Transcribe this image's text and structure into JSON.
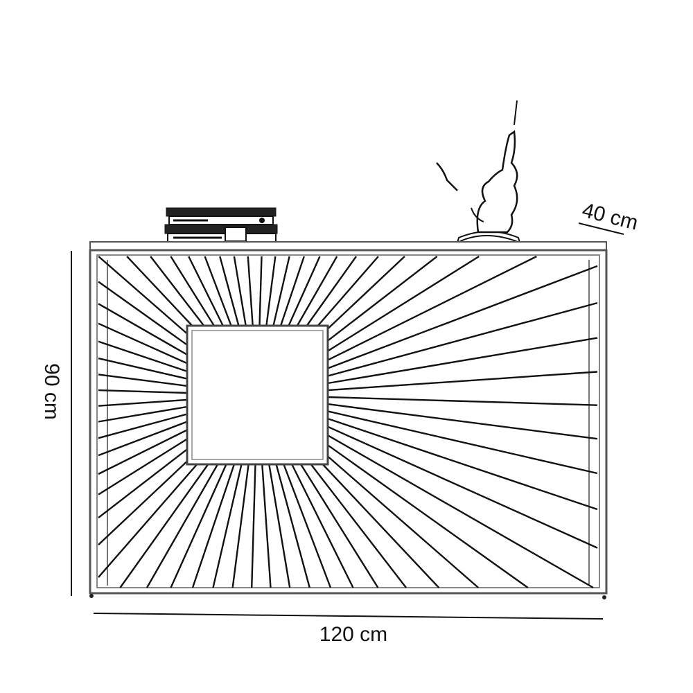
{
  "dimensions": {
    "width_label": "120 cm",
    "height_label": "90 cm",
    "depth_label": "40 cm"
  },
  "colors": {
    "ink": "#111111",
    "frame": "#555555",
    "background": "#ffffff"
  },
  "objects": {
    "table": "console-table",
    "left_decor": "stacked-books",
    "right_decor": "sculpture-vase"
  }
}
